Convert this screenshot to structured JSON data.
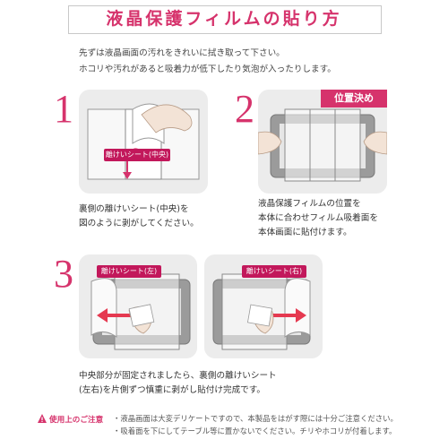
{
  "title": "液晶保護フィルムの貼り方",
  "intro": [
    "先ずは液晶画面の汚れをきれいに拭き取って下さい。",
    "ホコリや汚れがあると吸着力が低下したり気泡が入ったりします。"
  ],
  "steps": [
    {
      "number": "1",
      "label": "離けいシート(中央)",
      "caption": [
        "裏側の離けいシート(中央)を",
        "図のように剥がしてください。"
      ]
    },
    {
      "number": "2",
      "tag": "位置決め",
      "caption": [
        "液晶保護フィルムの位置を",
        "本体に合わせフィルム吸着面を",
        "本体画面に貼付けます。"
      ]
    },
    {
      "number": "3",
      "label_left": "離けいシート(左)",
      "label_right": "離けいシート(右)",
      "caption": [
        "中央部分が固定されましたら、裏側の離けいシート",
        "(左右)を片側ずつ慎重に剥がし貼付け完成です。"
      ]
    }
  ],
  "notice": {
    "label": "使用上のご注意",
    "lines": [
      "・液晶画面は大変デリケートですので、本製品をはがす際には十分ご注意ください。",
      "・吸着面を下にしてテーブル等に置かないでください。チリやホコリが付着します。"
    ]
  },
  "colors": {
    "accent": "#d6336c",
    "panel": "#ececec"
  }
}
